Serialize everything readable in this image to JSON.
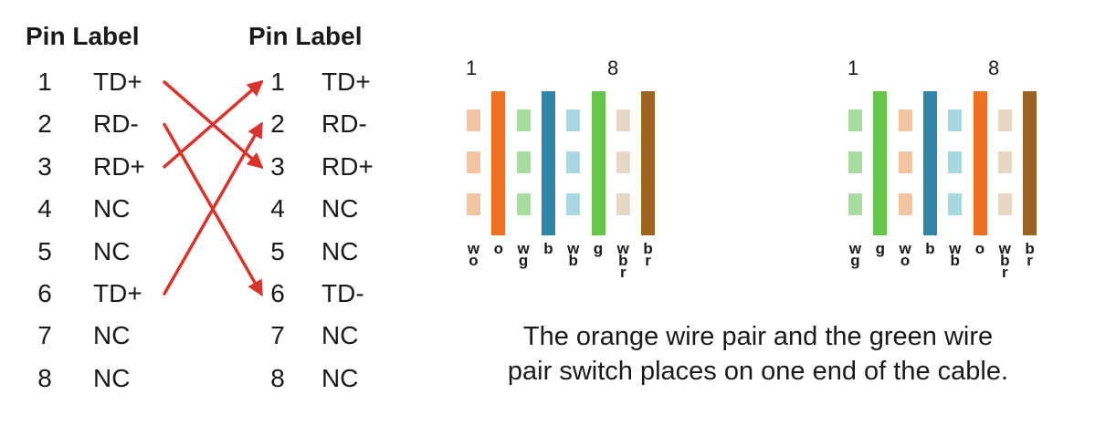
{
  "left_table": {
    "header": "Pin Label",
    "rows": [
      {
        "pin": "1",
        "label": "TD+"
      },
      {
        "pin": "2",
        "label": "RD-"
      },
      {
        "pin": "3",
        "label": "RD+"
      },
      {
        "pin": "4",
        "label": "NC"
      },
      {
        "pin": "5",
        "label": "NC"
      },
      {
        "pin": "6",
        "label": "TD+"
      },
      {
        "pin": "7",
        "label": "NC"
      },
      {
        "pin": "8",
        "label": "NC"
      }
    ]
  },
  "right_table": {
    "header": "Pin Label",
    "rows": [
      {
        "pin": "1",
        "label": "TD+"
      },
      {
        "pin": "2",
        "label": "RD-"
      },
      {
        "pin": "3",
        "label": "RD+"
      },
      {
        "pin": "4",
        "label": "NC"
      },
      {
        "pin": "5",
        "label": "NC"
      },
      {
        "pin": "6",
        "label": "TD-"
      },
      {
        "pin": "7",
        "label": "NC"
      },
      {
        "pin": "8",
        "label": "NC"
      }
    ]
  },
  "crossovers": [
    {
      "from_pin": 1,
      "to_pin": 3
    },
    {
      "from_pin": 2,
      "to_pin": 6
    },
    {
      "from_pin": 3,
      "to_pin": 1
    },
    {
      "from_pin": 6,
      "to_pin": 2
    }
  ],
  "arrow_color": "#d9342b",
  "connector_a": {
    "pin_first": "1",
    "pin_last": "8",
    "wires": [
      {
        "code": "w\no",
        "color": "#f2c4a0",
        "striped": true
      },
      {
        "code": "o",
        "color": "#ee7024",
        "striped": false
      },
      {
        "code": "w\ng",
        "color": "#a9dca0",
        "striped": true
      },
      {
        "code": "b",
        "color": "#2f86a8",
        "striped": false
      },
      {
        "code": "w\nb",
        "color": "#a8d8e0",
        "striped": true
      },
      {
        "code": "g",
        "color": "#66c54a",
        "striped": false
      },
      {
        "code": "w\nb\nr",
        "color": "#e6d8c4",
        "striped": true
      },
      {
        "code": "b\nr",
        "color": "#9b6422",
        "striped": false
      }
    ]
  },
  "connector_b": {
    "pin_first": "1",
    "pin_last": "8",
    "wires": [
      {
        "code": "w\ng",
        "color": "#a9dca0",
        "striped": true
      },
      {
        "code": "g",
        "color": "#66c54a",
        "striped": false
      },
      {
        "code": "w\no",
        "color": "#f2c4a0",
        "striped": true
      },
      {
        "code": "b",
        "color": "#2f86a8",
        "striped": false
      },
      {
        "code": "w\nb",
        "color": "#a8d8e0",
        "striped": true
      },
      {
        "code": "o",
        "color": "#ee7024",
        "striped": false
      },
      {
        "code": "w\nb\nr",
        "color": "#e6d8c4",
        "striped": true
      },
      {
        "code": "b\nr",
        "color": "#9b6422",
        "striped": false
      }
    ]
  },
  "caption": {
    "line1": "The orange wire pair and the green wire",
    "line2": "pair switch places on one end of the cable."
  }
}
